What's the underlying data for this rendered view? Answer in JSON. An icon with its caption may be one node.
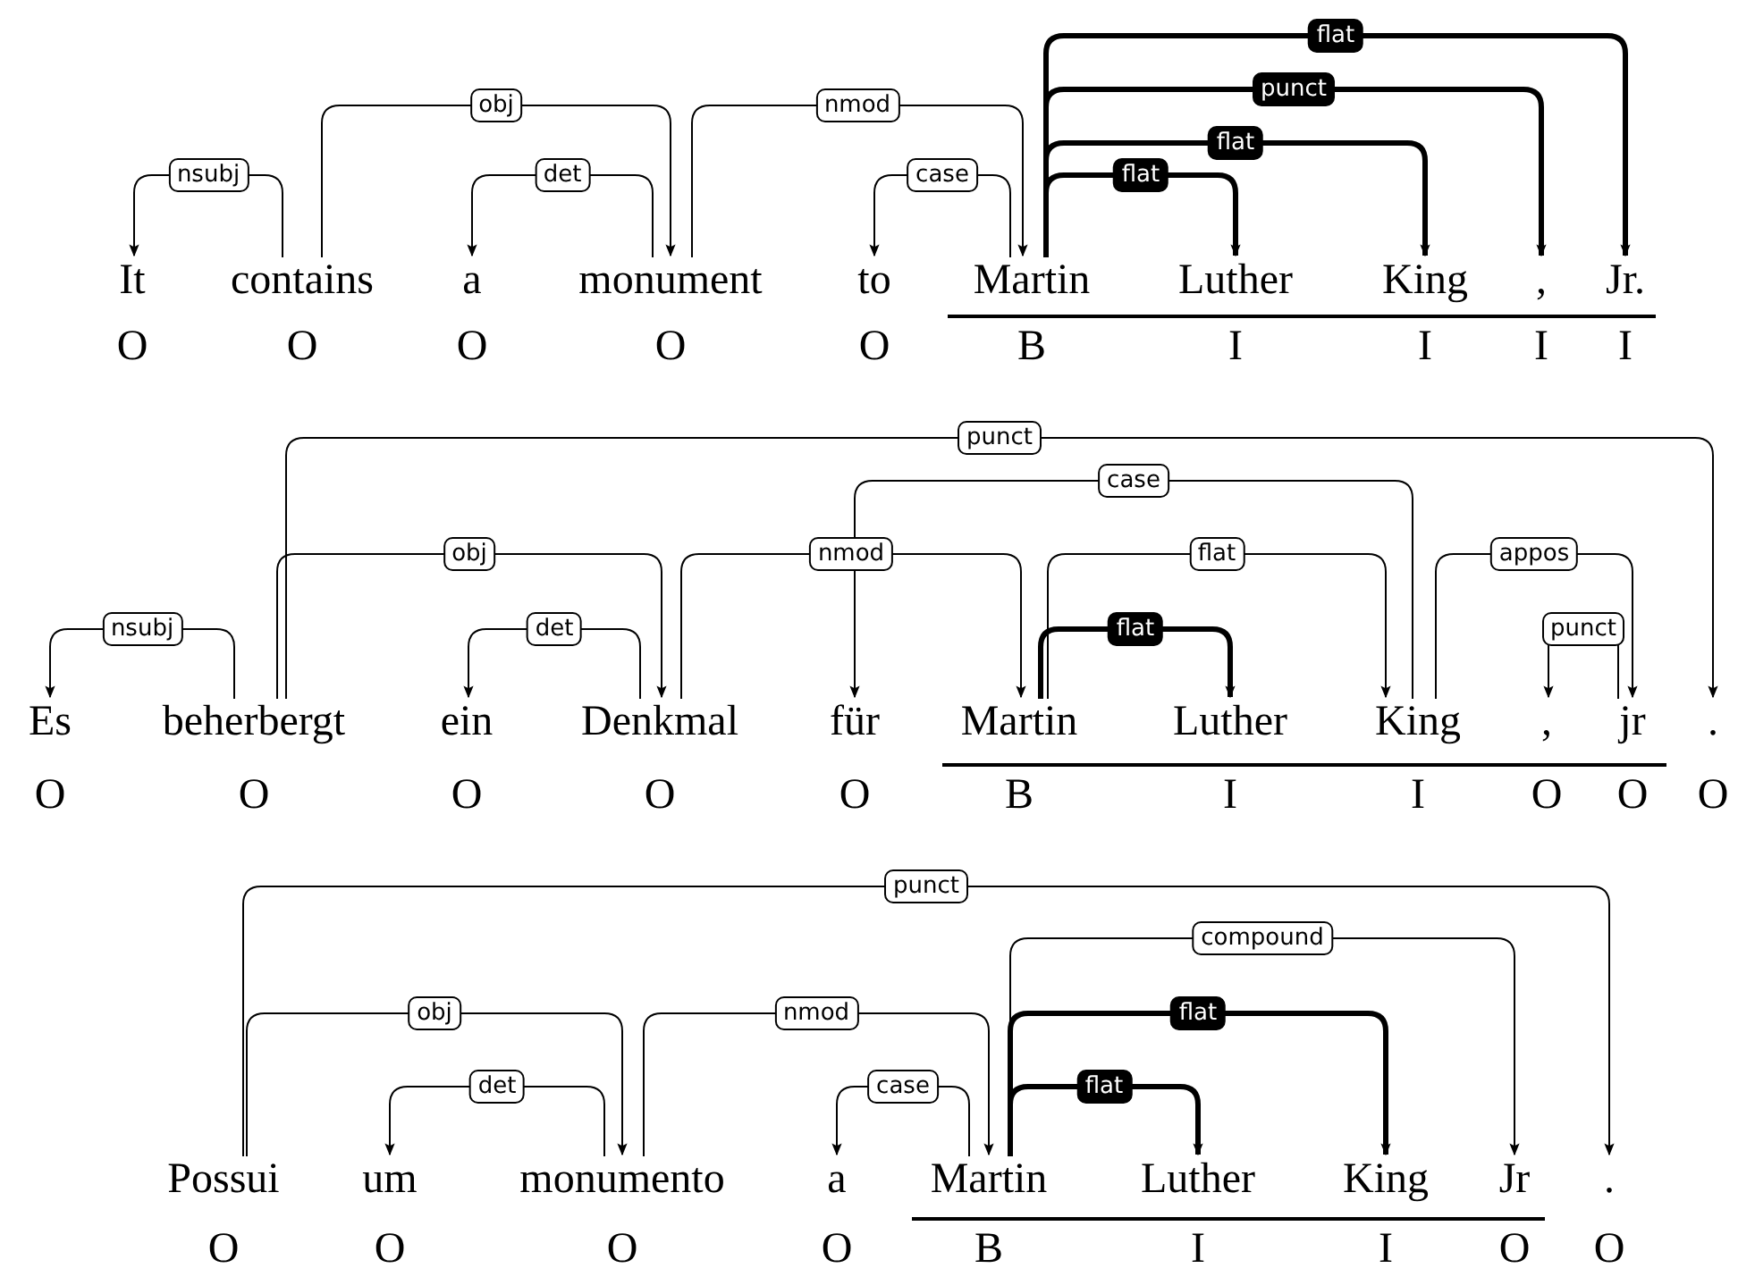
{
  "diagram": {
    "nodes": [
      {
        "text": [
          "It"
        ],
        "beside": [
          "O"
        ]
      },
      {
        "text": [
          "contains"
        ],
        "beside": [
          "O"
        ]
      },
      {
        "text": [
          "a"
        ],
        "beside": [
          "O"
        ]
      },
      {
        "text": [
          "monument"
        ],
        "beside": [
          "O"
        ]
      },
      {
        "text": [
          "to"
        ],
        "beside": [
          "O"
        ]
      },
      {
        "text": [
          "Martin"
        ],
        "beside": [
          "B"
        ]
      },
      {
        "text": [
          "Luther"
        ],
        "beside": [
          "I"
        ]
      },
      {
        "text": [
          "King"
        ],
        "beside": [
          "I"
        ]
      },
      {
        "text": [
          ","
        ],
        "beside": [
          "I"
        ]
      },
      {
        "text": [
          "Jr."
        ],
        "beside": [
          "I"
        ]
      },
      {
        "text": [
          "Es"
        ],
        "beside": [
          "O"
        ]
      },
      {
        "text": [
          "beherbergt"
        ],
        "beside": [
          "O"
        ]
      },
      {
        "text": [
          "ein"
        ],
        "beside": [
          "O"
        ]
      },
      {
        "text": [
          "Denkmal"
        ],
        "beside": [
          "O"
        ]
      },
      {
        "text": [
          "für"
        ],
        "beside": [
          "O"
        ]
      },
      {
        "text": [
          "Martin"
        ],
        "beside": [
          "B"
        ]
      },
      {
        "text": [
          "Luther"
        ],
        "beside": [
          "I"
        ]
      },
      {
        "text": [
          "King"
        ],
        "beside": [
          "I"
        ]
      },
      {
        "text": [
          ","
        ],
        "beside": [
          "O"
        ]
      },
      {
        "text": [
          "jr"
        ],
        "beside": [
          "O"
        ]
      },
      {
        "text": [
          "."
        ],
        "beside": [
          "O"
        ]
      },
      {
        "text": [
          "Possui"
        ],
        "beside": [
          "O"
        ]
      },
      {
        "text": [
          "um"
        ],
        "beside": [
          "O"
        ]
      },
      {
        "text": [
          "monumento"
        ],
        "beside": [
          "O"
        ]
      },
      {
        "text": [
          "a"
        ],
        "beside": [
          "O"
        ]
      },
      {
        "text": [
          "Martin"
        ],
        "beside": [
          "B"
        ]
      },
      {
        "text": [
          "Luther"
        ],
        "beside": [
          "I"
        ]
      },
      {
        "text": [
          "King"
        ],
        "beside": [
          "I"
        ]
      },
      {
        "text": [
          "Jr"
        ],
        "beside": [
          "O"
        ]
      },
      {
        "text": [
          "."
        ],
        "beside": [
          "O"
        ]
      }
    ],
    "edges": [
      {
        "from": 1,
        "to": 0,
        "arrow": "to",
        "label": "nsubj"
      },
      {
        "from": 1,
        "to": 3,
        "arrow": "to",
        "label": "obj"
      },
      {
        "from": 3,
        "to": 2,
        "arrow": "to",
        "label": "det"
      },
      {
        "from": 3,
        "to": 5,
        "arrow": "to",
        "label": "nmod"
      },
      {
        "from": 5,
        "to": 4,
        "arrow": "to",
        "label": "case"
      },
      {
        "from": 5,
        "to": 6,
        "arrow": "to",
        "label": "flat",
        "style": "thick"
      },
      {
        "from": 5,
        "to": 7,
        "arrow": "to",
        "label": "flat",
        "style": "thick"
      },
      {
        "from": 5,
        "to": 8,
        "arrow": "to",
        "label": "punct",
        "style": "thick"
      },
      {
        "from": 5,
        "to": 9,
        "arrow": "to",
        "label": "flat",
        "style": "thick"
      },
      {
        "from": 11,
        "to": 10,
        "arrow": "to",
        "label": "nsubj"
      },
      {
        "from": 11,
        "to": 20,
        "arrow": "to",
        "label": "punct"
      },
      {
        "from": 11,
        "to": 13,
        "arrow": "to",
        "label": "obj"
      },
      {
        "from": 13,
        "to": 12,
        "arrow": "to",
        "label": "det"
      },
      {
        "from": 13,
        "to": 15,
        "arrow": "to",
        "label": "nmod"
      },
      {
        "from": 17,
        "to": 14,
        "arrow": "to",
        "label": "case"
      },
      {
        "from": 15,
        "to": 17,
        "arrow": "to",
        "label": "flat"
      },
      {
        "from": 15,
        "to": 16,
        "arrow": "to",
        "label": "flat",
        "style": "thick"
      },
      {
        "from": 17,
        "to": 19,
        "arrow": "to",
        "label": "appos"
      },
      {
        "from": 19,
        "to": 18,
        "arrow": "to",
        "label": "punct"
      },
      {
        "from": 21,
        "to": 29,
        "arrow": "to",
        "label": "punct"
      },
      {
        "from": 21,
        "to": 23,
        "arrow": "to",
        "label": "obj"
      },
      {
        "from": 23,
        "to": 22,
        "arrow": "to",
        "label": "det"
      },
      {
        "from": 23,
        "to": 25,
        "arrow": "to",
        "label": "nmod"
      },
      {
        "from": 25,
        "to": 24,
        "arrow": "to",
        "label": "case"
      },
      {
        "from": 25,
        "to": 28,
        "arrow": "to",
        "label": "compound"
      },
      {
        "from": 25,
        "to": 27,
        "arrow": "to",
        "label": "flat",
        "style": "thick"
      },
      {
        "from": 25,
        "to": 26,
        "arrow": "to",
        "label": "flat",
        "style": "thick"
      }
    ]
  }
}
